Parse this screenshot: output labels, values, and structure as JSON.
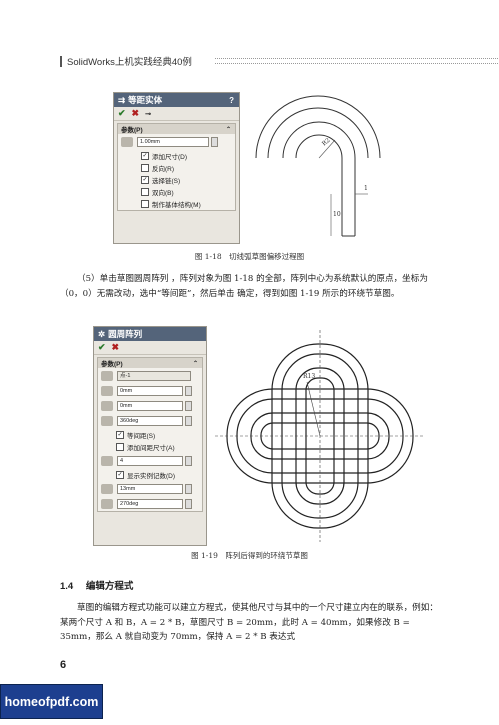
{
  "header": {
    "title": "SolidWorks上机实践经典40例"
  },
  "panel1": {
    "title": "等距实体",
    "help": "?",
    "section": "参数(P)",
    "distance": "1.00mm",
    "options": [
      {
        "label": "添加尺寸(D)",
        "checked": true
      },
      {
        "label": "反向(R)",
        "checked": false
      },
      {
        "label": "选择链(S)",
        "checked": true
      },
      {
        "label": "双向(B)",
        "checked": false
      },
      {
        "label": "制作基体结构(M)",
        "checked": false
      }
    ]
  },
  "fig1": {
    "dims": [
      "R2",
      "10",
      "1"
    ],
    "caption": "图 1-18　切线弧草图偏移过程图"
  },
  "para1": "（5）单击草图圆周阵列 ，阵列对象为图 1-18 的全部，阵列中心为系统默认的原点，坐标为（0，0）无需改动，选中“等间距”，然后单击 确定，得到如图 1-19 所示的环绕节草图。",
  "panel2": {
    "title": "圆周阵列",
    "section": "参数(P)",
    "center": "点-1",
    "x": "0mm",
    "y": "0mm",
    "angle": "360deg",
    "equal_spacing": "等间距(S)",
    "add_spacing_dim": "添加间距尺寸(A)",
    "count": "4",
    "show_count": "显示实例记数(D)",
    "radius": "13mm",
    "arc_angle": "270deg"
  },
  "fig2": {
    "dims": [
      "R13"
    ],
    "caption": "图 1-19　阵列后得到的环绕节草图"
  },
  "section": {
    "number": "1.4",
    "title": "编辑方程式"
  },
  "para2": "草图的编辑方程式功能可以建立方程式，使其他尺寸与其中的一个尺寸建立内在的联系，例如：某两个尺寸 A 和 B，A = 2 * B，草图尺寸 B = 20mm，此时 A = 40mm，如果修改 B = 35mm，那么 A 就自动变为 70mm，保持 A = 2 * B 表达式",
  "page_number": "6",
  "watermark": "homeofpdf.com"
}
